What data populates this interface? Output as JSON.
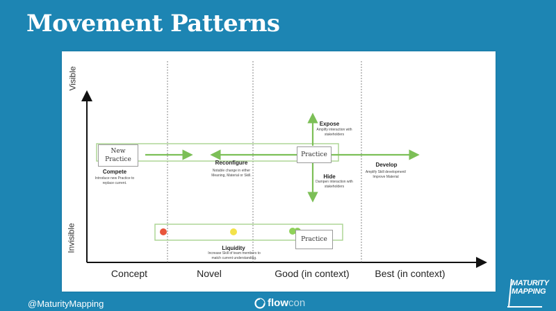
{
  "slide": {
    "title": "Movement Patterns"
  },
  "axes": {
    "y_ticks": [
      "Visible",
      "Invisible"
    ],
    "x_ticks": [
      "Concept",
      "Novel",
      "Good (in context)",
      "Best (in context)"
    ]
  },
  "boxes": {
    "new_practice": "New\nPractice",
    "practice_top": "Practice",
    "practice_bottom": "Practice"
  },
  "annotations": {
    "compete": {
      "title": "Compete",
      "desc": "Introduce new Practice to replace current."
    },
    "reconfigure": {
      "title": "Reconfigure",
      "desc": "Notable change in either Meaning, Material or Skill."
    },
    "expose": {
      "title": "Expose",
      "desc": "Amplify interaction with stakeholders"
    },
    "hide": {
      "title": "Hide",
      "desc": "Dampen interaction with stakeholders"
    },
    "develop": {
      "title": "Develop",
      "desc": "Amplify Skill development/ Improve Material"
    },
    "liquidity": {
      "title": "Liquidity",
      "desc": "Increase Skill of team members to match current understanding."
    }
  },
  "colors": {
    "background": "#1d85b3",
    "arrow_green": "#7cbf57",
    "dot_red": "#e8563c",
    "dot_yellow": "#f3e24a",
    "dot_green": "#8fd15a"
  },
  "footer": {
    "handle": "@MaturityMapping",
    "brand_a": "flow",
    "brand_b": "con",
    "logo_line1": "MATURITY",
    "logo_line2": "MAPPING"
  }
}
